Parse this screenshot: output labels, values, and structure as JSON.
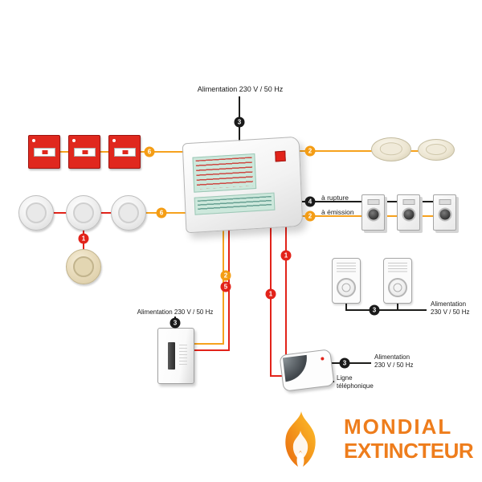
{
  "colors": {
    "wire_orange": "#F6A21E",
    "wire_red": "#E2231A",
    "wire_black": "#1D1D1B",
    "device_red": "#E0281E",
    "panel_display_teal": "#CDE8DC",
    "logo_orange": "#EE7D1C",
    "logo_yellow": "#FDC22E"
  },
  "labels": {
    "power_main": "Alimentation 230 V / 50 Hz",
    "power_psu": "Alimentation 230 V / 50 Hz",
    "power_closers_line1": "Alimentation",
    "power_closers_line2": "230 V / 50 Hz",
    "power_dialer_line1": "Alimentation",
    "power_dialer_line2": "230 V / 50 Hz",
    "rupture": "à rupture",
    "emission": "à émission",
    "phone_line1": "Ligne",
    "phone_line2": "téléphonique"
  },
  "badges": {
    "main_power": "3",
    "call_points_loop": "6",
    "smoke_loop": "6",
    "smoke_branch": "1",
    "sounders_line": "2",
    "rupture_line": "4",
    "emission_line": "2",
    "panel_to_dialer_a": "1",
    "psu_line_orange": "2",
    "psu_line_red": "5",
    "psu_power": "3",
    "panel_to_dialer_b": "1",
    "closers_power": "3",
    "dialer_power": "3"
  },
  "logo": {
    "line1": "MONDIAL",
    "line2": "EXTINCTEUR"
  }
}
